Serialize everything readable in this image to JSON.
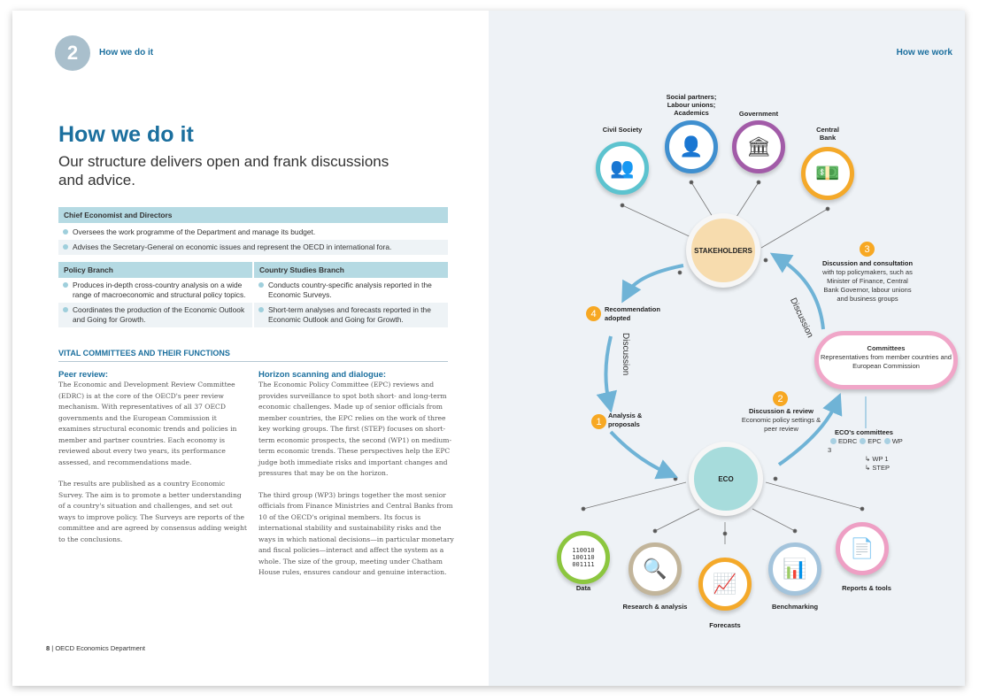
{
  "header": {
    "section_number": "2",
    "left_title": "How we do it",
    "right_title": "How we work"
  },
  "title": "How we do it",
  "subtitle": "Our structure delivers open and frank discussions and advice.",
  "chief": {
    "heading": "Chief Economist and Directors",
    "items": [
      "Oversees the work programme of the Department and manage its budget.",
      "Advises the Secretary-General on economic issues and represent the OECD in international fora."
    ]
  },
  "policy": {
    "heading": "Policy Branch",
    "items": [
      "Produces in-depth cross-country analysis on a wide range of macroeconomic and structural policy topics.",
      "Coordinates the production of the Economic Outlook and Going for Growth."
    ]
  },
  "country": {
    "heading": "Country Studies Branch",
    "items": [
      "Conducts country-specific analysis reported in the Economic Surveys.",
      "Short-term analyses and forecasts reported in the Economic Outlook and Going for Growth."
    ]
  },
  "vital_heading": "VITAL COMMITTEES AND THEIR FUNCTIONS",
  "peer": {
    "heading": "Peer review:",
    "p1": "The Economic and Development Review Committee (EDRC) is at the core of the OECD's peer review mechanism. With representatives of all 37 OECD governments and the European Commission it examines structural economic trends and policies in member and partner countries. Each economy is reviewed about every two years, its performance assessed, and recommendations made.",
    "p2": "The results are published as a country Economic Survey. The aim is to promote a better understanding of a country's situation and challenges, and set out ways to improve policy. The Surveys are reports of the committee and are agreed by consensus adding weight to the conclusions."
  },
  "horizon": {
    "heading": "Horizon scanning and dialogue:",
    "p1": "The Economic Policy Committee (EPC) reviews and provides surveillance to spot both short- and long-term economic challenges. Made up of senior officials from member countries, the EPC relies on the work of three key working groups. The first (STEP) focuses on short-term economic prospects, the second (WP1) on medium-term economic trends. These perspectives help the EPC judge both immediate risks and important changes and pressures that may be on the horizon.",
    "p2": "The third group (WP3) brings together the most senior officials from Finance Ministries and Central Banks from 10 of the OECD's original members. Its focus is international stability and sustainability risks and the ways in which national decisions—in particular monetary and fiscal policies—interact and affect the system as a whole. The size of the group, meeting under Chatham House rules, ensures candour and genuine interaction."
  },
  "footer": {
    "page": "8",
    "sep": "|",
    "name": "OECD Economics Department"
  },
  "diagram": {
    "stakeholders": "STAKEHOLDERS",
    "eco": "ECO",
    "top": [
      {
        "label": "Civil Society",
        "icon": "people-icon",
        "color": "#5cc3cf"
      },
      {
        "label": "Social partners; Labour unions; Academics",
        "icon": "group-icon",
        "color": "#3f8fcf"
      },
      {
        "label": "Government",
        "icon": "building-icon",
        "color": "#a25ba8"
      },
      {
        "label": "Central Bank",
        "icon": "money-icon",
        "color": "#f4a92a"
      }
    ],
    "bottom": [
      {
        "label": "Data",
        "icon": "data-icon",
        "color": "#8cc63f"
      },
      {
        "label": "Research & analysis",
        "icon": "magnifier-icon",
        "color": "#c2b59b"
      },
      {
        "label": "Forecasts",
        "icon": "chart-icon",
        "color": "#f4a92a"
      },
      {
        "label": "Benchmarking",
        "icon": "report-icon",
        "color": "#a4c4dc"
      },
      {
        "label": "Reports & tools",
        "icon": "documents-icon",
        "color": "#ee9fc4"
      }
    ],
    "steps": [
      {
        "n": "1",
        "title": "Analysis & proposals"
      },
      {
        "n": "2",
        "title": "Discussion & review",
        "text": "Economic policy settings & peer review"
      },
      {
        "n": "3",
        "title": "Discussion and consultation",
        "text": "with top policymakers, such as Minister of Finance, Central Bank Governor, labour unions and business groups"
      },
      {
        "n": "4",
        "title": "Recommendation adopted"
      }
    ],
    "discussion": "Discussion",
    "committees": {
      "title": "Committees",
      "text": "Representatives from member countries and European Commission"
    },
    "eco_committees": {
      "title": "ECO's committees",
      "items": [
        "EDRC",
        "EPC",
        "WP 3"
      ],
      "sub": [
        "WP 1",
        "STEP"
      ]
    }
  }
}
